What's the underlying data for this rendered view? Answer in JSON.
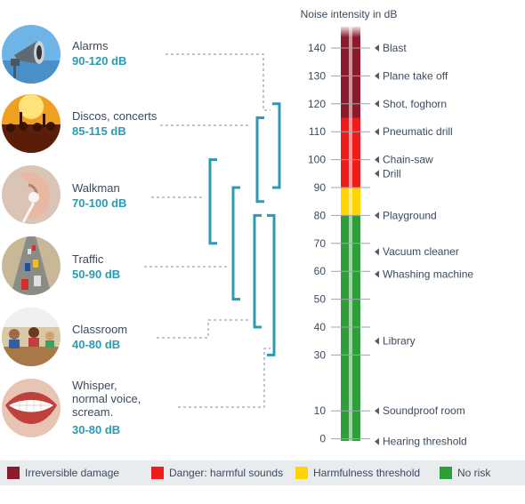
{
  "axis_title": "Noise intensity in dB",
  "colors": {
    "irreversible": "#8b1a2b",
    "danger": "#f01c1c",
    "threshold": "#ffd400",
    "no_risk": "#2f9e3a",
    "bracket": "#2b9bb3",
    "dashed": "#7a8fa8"
  },
  "scale": {
    "ticks": [
      "140",
      "130",
      "120",
      "110",
      "100",
      "90",
      "80",
      "70",
      "60",
      "50",
      "40",
      "30",
      "10",
      "0"
    ]
  },
  "examples": [
    {
      "label": "Blast",
      "db": 140
    },
    {
      "label": "Plane take off",
      "db": 130
    },
    {
      "label": "Shot, foghorn",
      "db": 120
    },
    {
      "label": "Pneumatic drill",
      "db": 110
    },
    {
      "label": "Chain-saw",
      "db": 100
    },
    {
      "label": "Drill",
      "db": 95
    },
    {
      "label": "Playground",
      "db": 80
    },
    {
      "label": "Vacuum cleaner",
      "db": 67
    },
    {
      "label": "Whashing machine",
      "db": 59
    },
    {
      "label": "Library",
      "db": 35
    },
    {
      "label": "Soundproof room",
      "db": 10
    },
    {
      "label": "Hearing threshold",
      "db": -1
    }
  ],
  "sources": [
    {
      "name": "Alarms",
      "range": "90-120 dB",
      "icon": "siren-icon",
      "min": 90,
      "max": 120
    },
    {
      "name": "Discos, concerts",
      "range": "85-115 dB",
      "icon": "concert-crowd-icon",
      "min": 85,
      "max": 115
    },
    {
      "name": "Walkman",
      "range": "70-100 dB",
      "icon": "earphone-icon",
      "min": 70,
      "max": 100
    },
    {
      "name": "Traffic",
      "range": "50-90 dB",
      "icon": "traffic-icon",
      "min": 50,
      "max": 90
    },
    {
      "name": "Classroom",
      "range": "40-80 dB",
      "icon": "classroom-icon",
      "min": 40,
      "max": 80
    },
    {
      "name": "Whisper,\nnormal voice,\nscream.",
      "range": "30-80 dB",
      "icon": "mouth-icon",
      "min": 30,
      "max": 80
    }
  ],
  "zones": [
    {
      "label": "Irreversible damage",
      "min": 115,
      "max": 140
    },
    {
      "label": "Danger: harmful sounds",
      "min": 90,
      "max": 115
    },
    {
      "label": "Harmfulness threshold",
      "min": 80,
      "max": 90
    },
    {
      "label": "No risk",
      "min": 0,
      "max": 80
    }
  ],
  "legend": [
    {
      "label": "Irreversible damage",
      "color": "#8b1a2b"
    },
    {
      "label": "Danger: harmful sounds",
      "color": "#f01c1c"
    },
    {
      "label": "Harmfulness threshold",
      "color": "#ffd400"
    },
    {
      "label": "No risk",
      "color": "#2f9e3a"
    }
  ]
}
